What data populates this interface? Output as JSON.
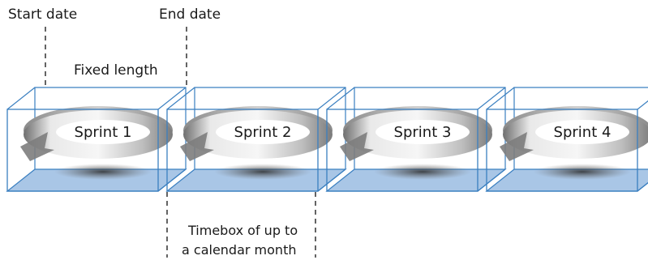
{
  "labels": {
    "start_date": "Start date",
    "end_date": "End date",
    "fixed_length": "Fixed length",
    "timebox_line1": "Timebox of up to",
    "timebox_line2": "a calendar month"
  },
  "sprints": [
    {
      "label": "Sprint 1"
    },
    {
      "label": "Sprint 2"
    },
    {
      "label": "Sprint 3"
    },
    {
      "label": "Sprint 4"
    }
  ],
  "colors": {
    "box_edge": "#3a7fc0",
    "floor_fill": "#a9c6e6",
    "arrow_light": "#f2f2f2",
    "arrow_dark": "#7d7d7d",
    "dashed_line": "#222222"
  }
}
